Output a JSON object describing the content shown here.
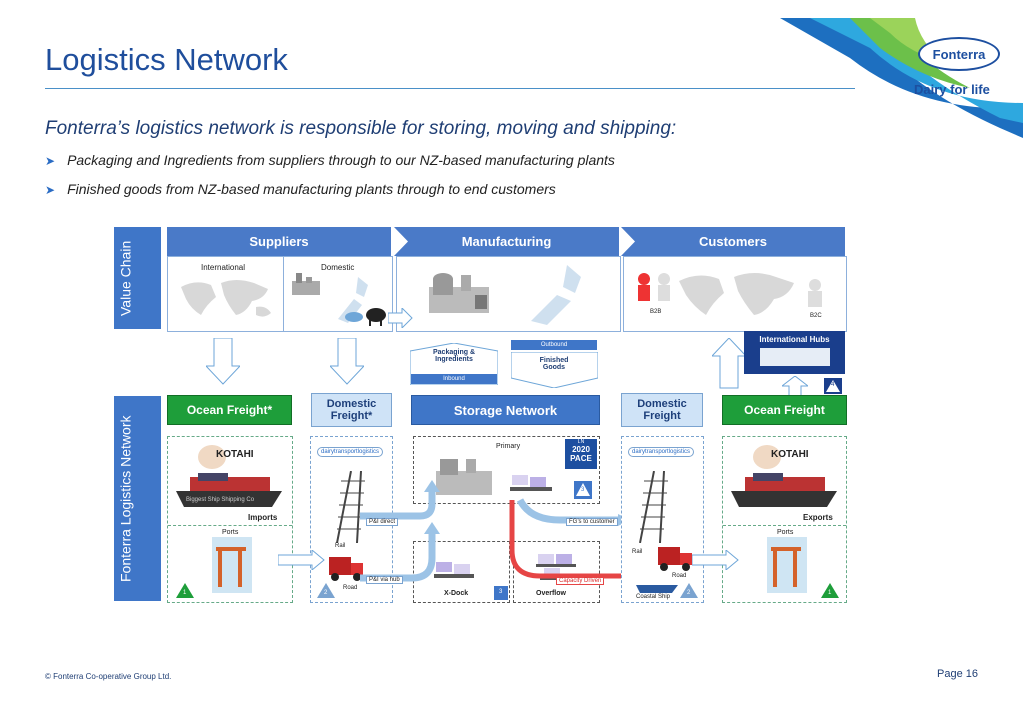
{
  "header": {
    "title": "Logistics Network",
    "brand": "Fonterra",
    "tagline": "Dairy for life"
  },
  "intro": {
    "subtitle": "Fonterra’s logistics network is responsible for storing, moving and shipping:",
    "bullets": [
      "Packaging and Ingredients from suppliers through to our NZ-based manufacturing plants",
      "Finished goods from NZ-based manufacturing plants through to end customers"
    ]
  },
  "diagram": {
    "value_chain_label": "Value Chain",
    "network_label": "Fonterra Logistics Network",
    "top_headers": [
      "Suppliers",
      "Manufacturing",
      "Customers"
    ],
    "suppliers": {
      "international": "International",
      "domestic": "Domestic"
    },
    "customers": {
      "b2b": "B2B",
      "b2c": "B2C"
    },
    "international_hubs": "International Hubs",
    "flows": {
      "packaging": "Packaging & Ingredients",
      "inbound": "Inbound",
      "outbound": "Outbound",
      "finished": "Finished Goods"
    },
    "network_headers": {
      "ocean_freight_in": "Ocean Freight*",
      "domestic_freight_in": "Domestic Freight*",
      "storage": "Storage Network",
      "domestic_freight_out": "Domestic Freight",
      "ocean_freight_out": "Ocean Freight"
    },
    "left": {
      "kotahi": "KOTAHI",
      "imports": "Imports",
      "ports": "Ports",
      "ship_name": "Biggest Ship Shipping Co"
    },
    "right": {
      "kotahi": "KOTAHI",
      "exports": "Exports",
      "ports": "Ports"
    },
    "dtl": "dairytransportlogistics",
    "inbound_modes": {
      "rail": "Rail",
      "road": "Road"
    },
    "outbound_modes": {
      "rail": "Rail",
      "road": "Road",
      "coastal": "Coastal Ship"
    },
    "storage": {
      "primary": "Primary",
      "xdock": "X-Dock",
      "overflow": "Overflow",
      "pace": "2020 PACE",
      "pace_small": "LN",
      "pi_direct": "P&I direct",
      "pi_hub": "P&I via hub",
      "fg_customer": "FG’s to customer",
      "capacity": "Capacity Driven"
    },
    "badges": [
      "1",
      "2",
      "3",
      "3",
      "2",
      "1",
      "4"
    ]
  },
  "footer": {
    "copyright": "© Fonterra Co-operative Group Ltd.",
    "page": "Page 16"
  },
  "colors": {
    "brand_blue": "#1f4e9c",
    "green": "#1e9e3a",
    "header_blue": "#4a7ac8",
    "red": "#d92b2b"
  }
}
